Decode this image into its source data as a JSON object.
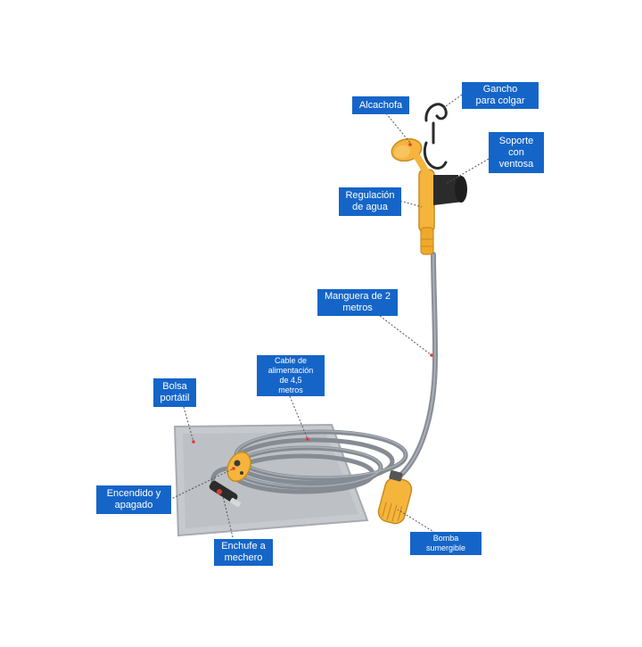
{
  "colors": {
    "label_bg": "#1565c8",
    "label_text": "#ffffff",
    "hose": "#8a9097",
    "pump_yellow": "#f5b53d",
    "bag": "#c9ccd1",
    "leader": "#555555"
  },
  "labels": {
    "alcachofa": "Alcachofa",
    "gancho": "Gancho\npara colgar",
    "soporte": "Soporte\ncon\nventosa",
    "regulacion": "Regulación\nde agua",
    "manguera": "Manguera de 2\nmetros",
    "cable": "Cable de\nalimentación\nde 4,5\nmetros",
    "bolsa": "Bolsa\nportátil",
    "encendido": "Encendido y\napagado",
    "enchufe": "Enchufe a\nmechero",
    "bomba": "Bomba\nsumergible"
  }
}
